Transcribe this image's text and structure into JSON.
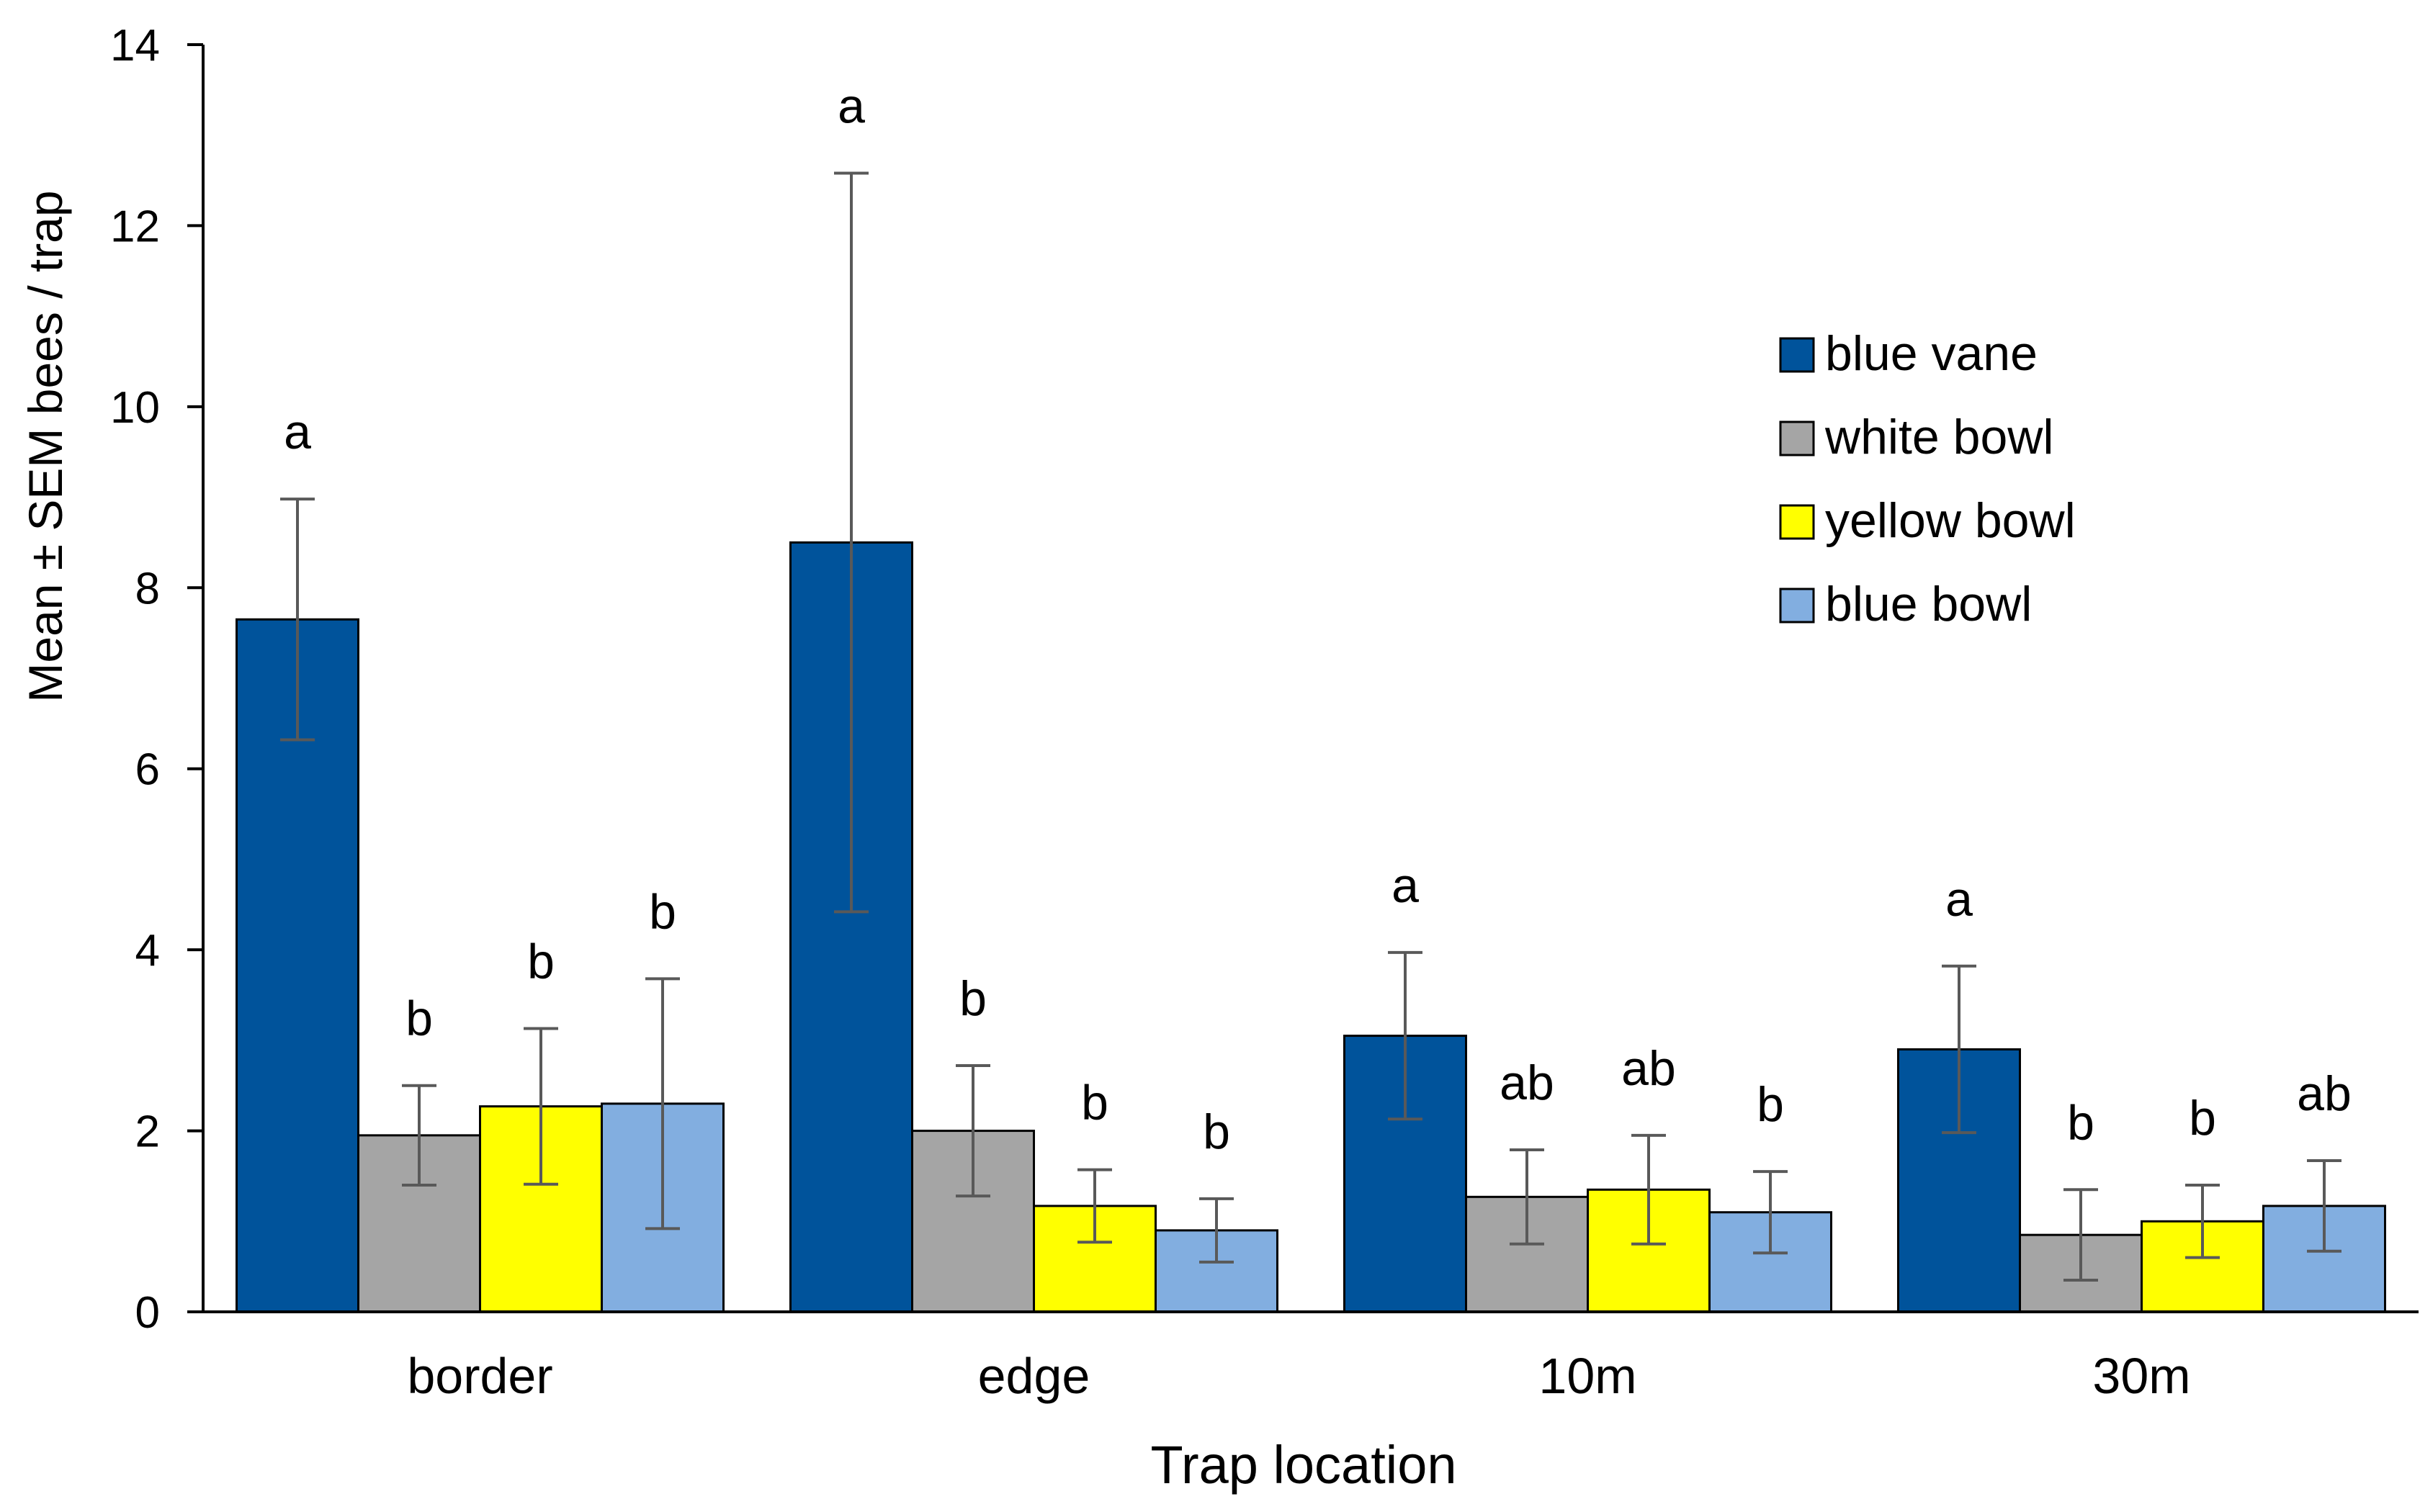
{
  "chart_data": {
    "type": "bar",
    "xlabel": "Trap location",
    "ylabel": "Mean ± SEM bees / trap",
    "ylim": [
      0,
      14
    ],
    "yticks": [
      0,
      2,
      4,
      6,
      8,
      10,
      12,
      14
    ],
    "grid": false,
    "legend_position": "right",
    "categories": [
      "border",
      "edge",
      "10m",
      "30m"
    ],
    "series": [
      {
        "name": "blue vane",
        "color": "#00539b",
        "values": [
          7.65,
          8.5,
          3.05,
          2.9
        ],
        "errors": [
          1.33,
          4.08,
          0.92,
          0.92
        ],
        "letters": [
          "a",
          "a",
          "a",
          "a"
        ]
      },
      {
        "name": "white bowl",
        "color": "#a5a5a5",
        "values": [
          1.95,
          2.0,
          1.27,
          0.85
        ],
        "errors": [
          0.55,
          0.72,
          0.52,
          0.5
        ],
        "letters": [
          "b",
          "b",
          "ab",
          "b"
        ]
      },
      {
        "name": "yellow bowl",
        "color": "#ffff00",
        "values": [
          2.27,
          1.17,
          1.35,
          1.0
        ],
        "errors": [
          0.86,
          0.4,
          0.6,
          0.4
        ],
        "letters": [
          "b",
          "b",
          "ab",
          "b"
        ]
      },
      {
        "name": "blue bowl",
        "color": "#82aee0",
        "values": [
          2.3,
          0.9,
          1.1,
          1.17
        ],
        "errors": [
          1.38,
          0.35,
          0.45,
          0.5
        ],
        "letters": [
          "b",
          "b",
          "b",
          "ab"
        ]
      }
    ]
  }
}
